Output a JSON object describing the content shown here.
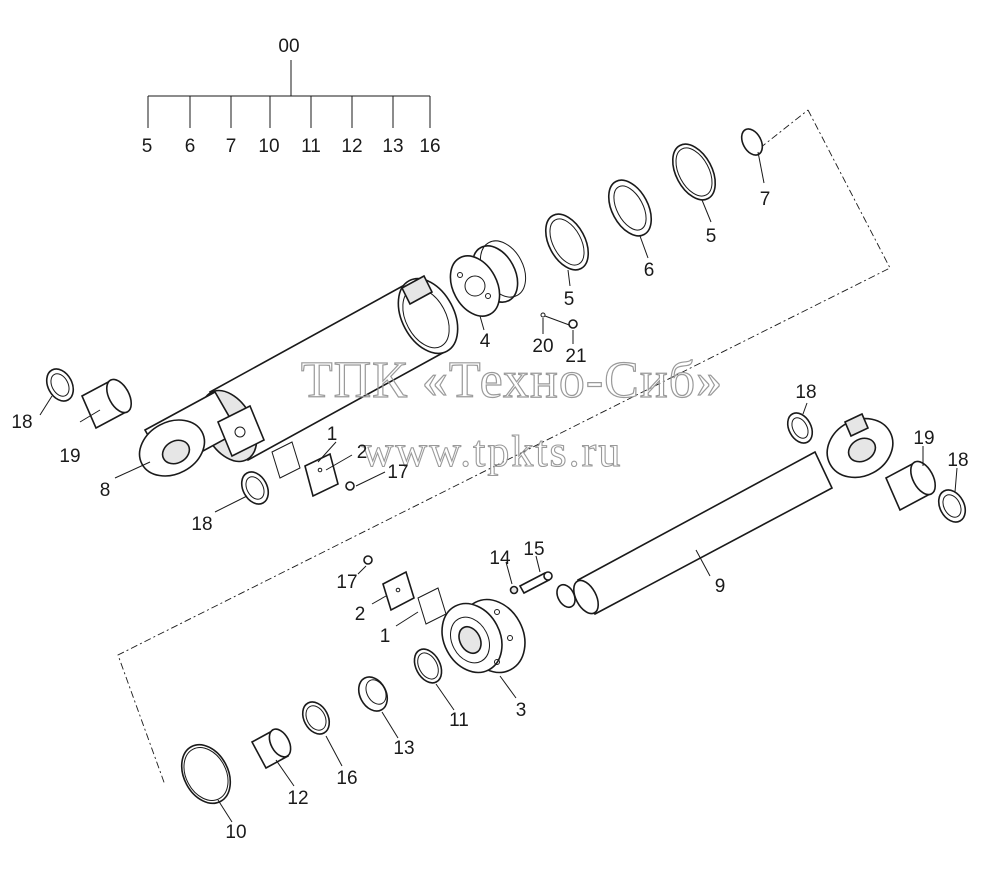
{
  "assembly": {
    "root_label": "00",
    "kit_items": [
      "5",
      "6",
      "7",
      "10",
      "11",
      "12",
      "13",
      "16"
    ]
  },
  "watermark": {
    "line1": "ТПК «Техно-Сиб»",
    "line2": "www.tpkts.ru"
  },
  "callouts": {
    "c1a": "1",
    "c2a": "2",
    "c17a": "17",
    "c8": "8",
    "c18a": "18",
    "c19a": "19",
    "c18b": "18",
    "c4": "4",
    "c20": "20",
    "c21": "21",
    "c5a": "5",
    "c6": "6",
    "c5b": "5",
    "c7": "7",
    "c18c": "18",
    "c19b": "19",
    "c18d": "18",
    "c9": "9",
    "c14": "14",
    "c15": "15",
    "c17b": "17",
    "c2b": "2",
    "c1b": "1",
    "c3": "3",
    "c11": "11",
    "c13": "13",
    "c16": "16",
    "c12": "12",
    "c10": "10"
  }
}
